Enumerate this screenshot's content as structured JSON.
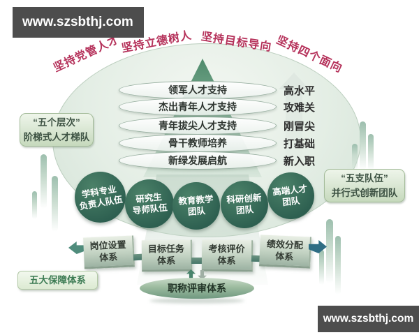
{
  "watermark": {
    "top": "www.szsbthj.com",
    "bottom": "www.szsbthj.com"
  },
  "principles": [
    {
      "label": "坚持党管人才"
    },
    {
      "label": "坚持立德树人"
    },
    {
      "label": "坚持目标导向"
    },
    {
      "label": "坚持四个面向"
    }
  ],
  "pyramid": {
    "levels": [
      {
        "label": "领军人才支持",
        "stage": "高水平"
      },
      {
        "label": "杰出青年人才支持",
        "stage": "攻难关"
      },
      {
        "label": "青年拔尖人才支持",
        "stage": "刚冒尖"
      },
      {
        "label": "骨干教师培养",
        "stage": "打基础"
      },
      {
        "label": "新绿发展启航",
        "stage": "新入职"
      }
    ]
  },
  "left_callout": {
    "line1": "“五个层次”",
    "line2": "阶梯式人才梯队"
  },
  "right_callout": {
    "line1": "“五支队伍”",
    "line2": "并行式创新团队"
  },
  "teams": [
    {
      "line1": "学科专业",
      "line2": "负责人队伍"
    },
    {
      "line1": "研究生",
      "line2": "导师队伍"
    },
    {
      "line1": "教育教学",
      "line2": "团队"
    },
    {
      "line1": "科研创新",
      "line2": "团队"
    },
    {
      "line1": "高端人才",
      "line2": "团队"
    }
  ],
  "systems": [
    {
      "line1": "岗位设置",
      "line2": "体系"
    },
    {
      "line1": "目标任务",
      "line2": "体系"
    },
    {
      "line1": "考核评价",
      "line2": "体系"
    },
    {
      "line1": "绩效分配",
      "line2": "体系"
    }
  ],
  "support_label": "五大保障体系",
  "review_label": "职称评审体系",
  "colors": {
    "banner_bg": "#4d4d4d",
    "principle_red": "#b5315a",
    "team_circle_green": "#2d5f50",
    "pyramid_green": "#4e8a6b",
    "dome_green": "#e4eee5",
    "callout_text": "#3c5142",
    "support_text": "#3c7b53",
    "arrow_left_teal": "#4f8c7c",
    "arrow_right_blue": "#2f6d84"
  }
}
